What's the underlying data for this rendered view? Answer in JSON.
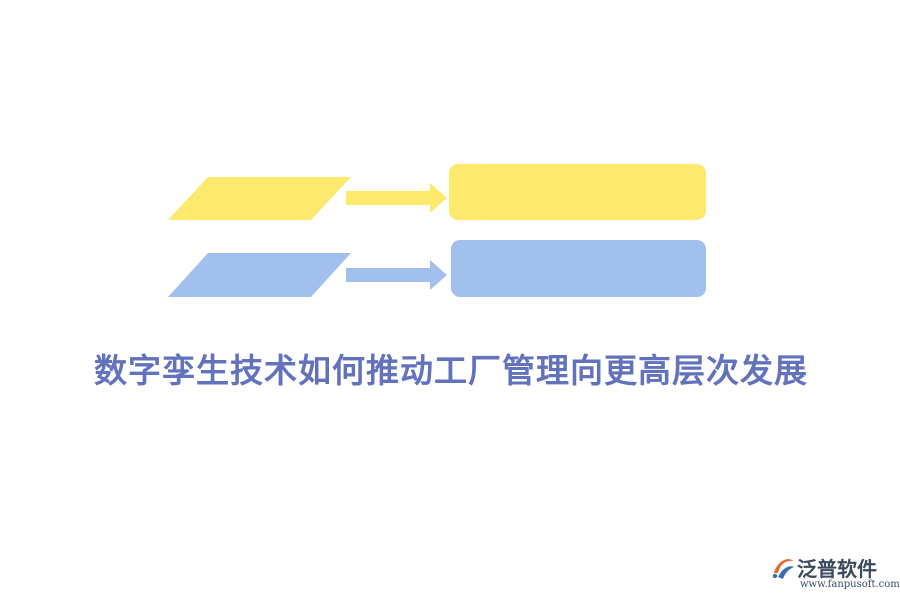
{
  "title": "数字孪生技术如何推动工厂管理向更高层次发展",
  "colors": {
    "yellow": "#fde96e",
    "blue": "#a2c0ee",
    "title": "#6372bd",
    "logo_orange": "#e46a2e",
    "logo_blue": "#3a6fb5"
  },
  "logo": {
    "name": "泛普软件",
    "url": "www.fanpusoft.com"
  }
}
